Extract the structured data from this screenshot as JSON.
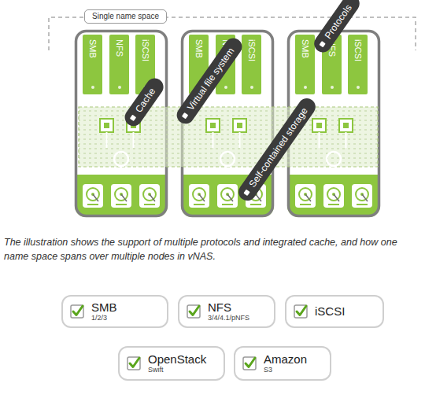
{
  "diagram": {
    "caption": "The illustration shows the support of multiple protocols and integrated cache, and how one name space spans over multiple nodes in vNAS.",
    "nodes": [
      {
        "text": [
          "Single name space"
        ]
      },
      {
        "text": [
          "SMB"
        ],
        "in": 0
      },
      {
        "text": [
          "NFS"
        ],
        "in": 0
      },
      {
        "text": [
          "iSCSI"
        ],
        "in": 0
      },
      {
        "text": [
          "SMB"
        ],
        "in": 0
      },
      {
        "text": [
          "NFS"
        ],
        "in": 0
      },
      {
        "text": [
          "iSCSI"
        ],
        "in": 0
      },
      {
        "text": [
          "SMB"
        ],
        "in": 0
      },
      {
        "text": [
          "NFS"
        ],
        "in": 0
      },
      {
        "text": [
          "iSCSI"
        ],
        "in": 0
      },
      {
        "text": [
          "Protocols"
        ]
      },
      {
        "text": [
          "Cache"
        ]
      },
      {
        "text": [
          "Virtual file system"
        ]
      },
      {
        "text": [
          "Self-contained storage"
        ]
      },
      {
        "text": [
          "SMB",
          "1/2/3"
        ]
      },
      {
        "text": [
          "NFS",
          "3/4/4.1/pNFS"
        ]
      },
      {
        "text": [
          "iSCSI"
        ]
      },
      {
        "text": [
          "OpenStack",
          "Swift"
        ]
      },
      {
        "text": [
          "Amazon",
          "S3"
        ]
      }
    ]
  }
}
